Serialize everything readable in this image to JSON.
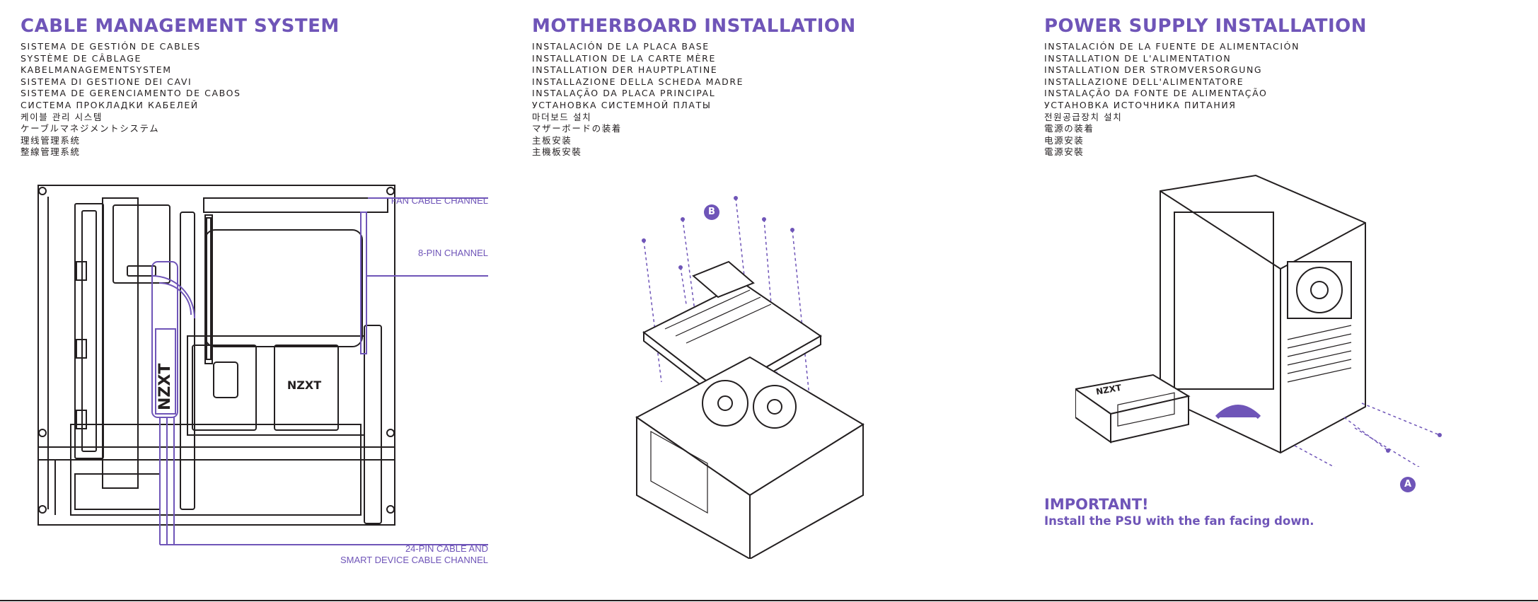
{
  "sections": [
    {
      "title": "CABLE MANAGEMENT SYSTEM",
      "translations": [
        "SISTEMA DE GESTIÓN DE CABLES",
        "SYSTÈME DE CÂBLAGE",
        "KABELMANAGEMENTSYSTEM",
        "SISTEMA DI GESTIONE DEI CAVI",
        "SISTEMA DE GERENCIAMENTO DE CABOS",
        "СИСТЕМА ПРОКЛАДКИ КАБЕЛЕЙ",
        "케이블 관리 시스템",
        "ケーブルマネジメントシステム",
        "理线管理系统",
        "整線管理系統"
      ]
    },
    {
      "title": "MOTHERBOARD INSTALLATION",
      "translations": [
        "INSTALACIÓN DE LA PLACA BASE",
        "INSTALLATION DE LA CARTE MÈRE",
        "INSTALLATION DER HAUPTPLATINE",
        "INSTALLAZIONE DELLA SCHEDA MADRE",
        "INSTALAÇÃO DA PLACA PRINCIPAL",
        "УСТАНОВКА СИСТЕМНОЙ ПЛАТЫ",
        "마더보드 설치",
        "マザーボードの装着",
        "主板安装",
        "主機板安裝"
      ]
    },
    {
      "title": "POWER SUPPLY INSTALLATION",
      "translations": [
        "INSTALACIÓN DE LA FUENTE DE ALIMENTACIÓN",
        "INSTALLATION DE L'ALIMENTATION",
        "INSTALLATION DER STROMVERSORGUNG",
        "INSTALLAZIONE DELL'ALIMENTATORE",
        "INSTALAÇÃO DA FONTE DE ALIMENTAÇÃO",
        "УСТАНОВКА ИСТОЧНИКА ПИТАНИЯ",
        "전원공급장치 설치",
        "電源の装着",
        "电源安装",
        "電源安裝"
      ]
    }
  ],
  "callouts": {
    "fan_cable": "FAN CABLE CHANNEL",
    "eight_pin": "8-PIN  CHANNEL",
    "twentyfour_line1": "24-PIN CABLE AND",
    "twentyfour_line2": "SMART DEVICE CABLE CHANNEL"
  },
  "badges": {
    "motherboard": "B",
    "psu": "A"
  },
  "case_logo": "NZXT",
  "important": {
    "heading": "IMPORTANT!",
    "text": "Install the PSU with the fan facing down."
  },
  "colors": {
    "accent": "#6f55b8",
    "ink": "#231f20"
  }
}
